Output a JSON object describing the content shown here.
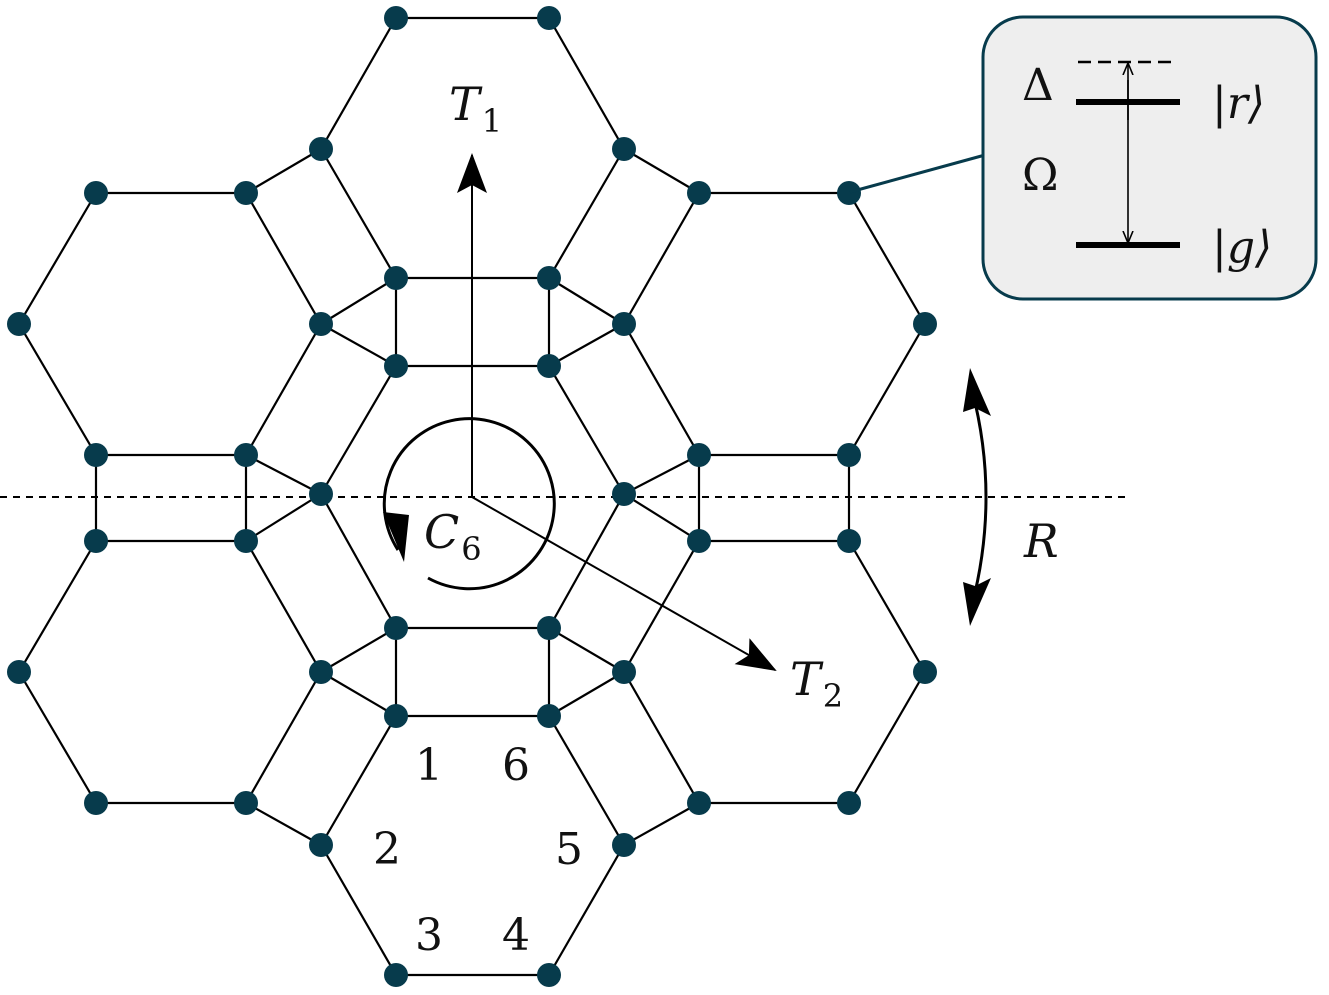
{
  "colors": {
    "node": "#073b4c",
    "edge": "#000000",
    "inset_fill": "#eeeeee",
    "inset_border": "#073b4c"
  },
  "symmetry_labels": {
    "t1_main": "T",
    "t1_sub": "1",
    "t2_main": "T",
    "t2_sub": "2",
    "c6_main": "C",
    "c6_sub": "6",
    "r": "R"
  },
  "site_labels": [
    "1",
    "2",
    "3",
    "4",
    "5",
    "6"
  ],
  "inset": {
    "delta": "Δ",
    "omega": "Ω",
    "ket_r": "|r⟩",
    "ket_g": "|g⟩"
  }
}
